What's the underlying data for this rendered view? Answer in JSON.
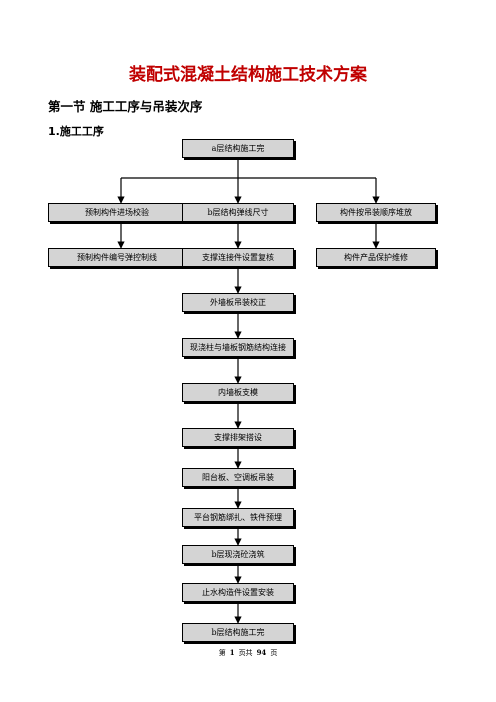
{
  "document": {
    "title": "装配式混凝土结构施工技术方案",
    "section_heading": "第一节  施工工序与吊装次序",
    "subheading": "1.施工工序"
  },
  "flowchart": {
    "start_node": "a层结构施工完",
    "left_column": [
      "预制构件进场校验",
      "预制构件编号弹控制线"
    ],
    "center_column": [
      "b层结构弹线尺寸",
      "支撑连接件设置复核",
      "外墙板吊装校正",
      "现浇柱与墙板钢筋结构连接",
      "内墙板支模",
      "支撑排架搭设",
      "阳台板、空调板吊装",
      "平台钢筋绑扎、铁件预埋",
      "b层现浇砼浇筑",
      "止水构造件设置安装",
      "b层结构施工完"
    ],
    "right_column": [
      "构件按吊装顺序堆放",
      "构件产品保护维修"
    ],
    "colors": {
      "box_fill": "#d4d4d4",
      "border": "#000000",
      "title": "#c00000"
    }
  },
  "footer": {
    "prefix": "第",
    "page": "1",
    "middle": "页共",
    "total": "94",
    "suffix": "页"
  }
}
